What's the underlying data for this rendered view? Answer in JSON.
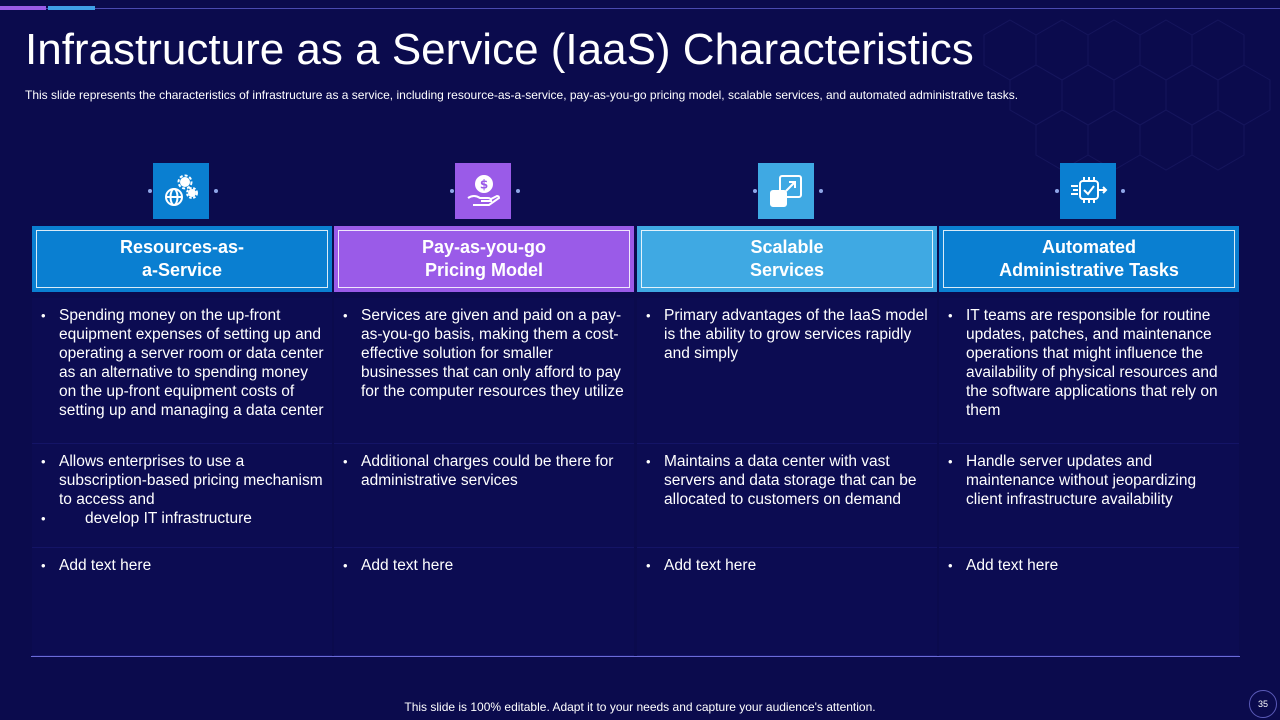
{
  "title": "Infrastructure as a Service (IaaS) Characteristics",
  "subtitle": "This slide represents the characteristics of infrastructure  as a service, including resource-as-a-service,  pay-as-you-go pricing model, scalable services, and automated administrative tasks.",
  "colors": {
    "background": "#0b0b4d",
    "blue": "#0a7fd1",
    "purple": "#9a5be8",
    "light_blue": "#3fa9e3",
    "accent_line": "#6b6bd8"
  },
  "columns": [
    {
      "icon": "gears-globe-icon",
      "header": [
        "Resources-as-",
        "a-Service"
      ],
      "rows": [
        [
          "Spending money on the up-front equipment expenses of setting up and operating a server room or data center as an alternative to spending money on the up-front equipment costs of setting up and managing a data center"
        ],
        [
          "Allows enterprises to use a subscription-based pricing mechanism to access and",
          "develop IT infrastructure"
        ],
        [
          "Add text here"
        ]
      ]
    },
    {
      "icon": "hand-coin-icon",
      "header": [
        "Pay-as-you-go",
        "Pricing Model"
      ],
      "rows": [
        [
          "Services are given and paid on a pay-as-you-go basis, making them a cost-effective solution for smaller businesses that can only afford to pay for the computer resources they utilize"
        ],
        [
          "Additional charges could be there for administrative services"
        ],
        [
          "Add text here"
        ]
      ]
    },
    {
      "icon": "scale-expand-icon",
      "header": [
        "Scalable",
        "Services"
      ],
      "rows": [
        [
          "Primary advantages of the IaaS model is the ability to grow services rapidly and simply"
        ],
        [
          "Maintains a data center with vast servers and data storage that can be allocated to customers on demand"
        ],
        [
          "Add text here"
        ]
      ]
    },
    {
      "icon": "automation-chip-icon",
      "header": [
        "Automated",
        "Administrative Tasks"
      ],
      "rows": [
        [
          "IT teams are responsible for routine updates, patches, and maintenance operations that might influence  the availability of physical resources and the software applications that rely on them"
        ],
        [
          "Handle server updates and maintenance without jeopardizing client infrastructure  availability"
        ],
        [
          "Add text here"
        ]
      ]
    }
  ],
  "footer": "This slide is 100% editable. Adapt it to your needs and capture your audience's attention.",
  "page_number": "35"
}
